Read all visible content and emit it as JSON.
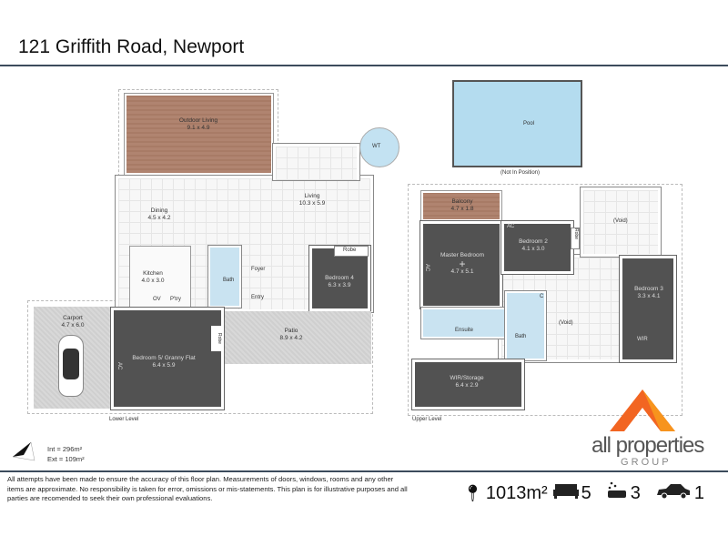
{
  "header": {
    "title": "121 Griffith Road, Newport"
  },
  "lower": {
    "label": "Lower Level",
    "rooms": [
      {
        "name": "Outdoor Living",
        "dim": "9.1 x 4.9"
      },
      {
        "name": "Living",
        "dim": "10.3 x 5.9"
      },
      {
        "name": "Dining",
        "dim": "4.5 x 4.2"
      },
      {
        "name": "Kitchen",
        "dim": "4.0 x 3.0"
      },
      {
        "name": "Bedroom 4",
        "dim": "6.3 x 3.9"
      },
      {
        "name": "Bedroom 5/ Granny Flat",
        "dim": "6.4 x 5.9"
      },
      {
        "name": "Patio",
        "dim": "8.9 x 4.2"
      },
      {
        "name": "Carport",
        "dim": "4.7 x 6.0"
      }
    ],
    "labels": {
      "wt": "WT",
      "robe": "Robe",
      "robe2": "Robe",
      "bath": "Bath",
      "foyer": "Foyer",
      "entry": "Entry",
      "pantry": "P'try",
      "oven": "OV",
      "ac": "AC"
    }
  },
  "upper": {
    "label": "Upper Level",
    "rooms": [
      {
        "name": "Balcony",
        "dim": "4.7 x 1.8"
      },
      {
        "name": "Master Bedroom",
        "dim": "4.7 x 5.1"
      },
      {
        "name": "Bedroom 2",
        "dim": "4.1 x 3.0"
      },
      {
        "name": "Bedroom 3",
        "dim": "3.3 x 4.1"
      },
      {
        "name": "WIR/Storage",
        "dim": "6.4 x 2.9"
      }
    ],
    "labels": {
      "void1": "(Void)",
      "void2": "(Void)",
      "ensuite": "Ensuite",
      "bath": "Bath",
      "wir": "WIR",
      "robe": "Robe",
      "ac": "AC",
      "ac2": "AC",
      "c": "C"
    }
  },
  "pool": {
    "label": "Pool",
    "note": "(Not In Position)"
  },
  "areas": {
    "int": "Int = 296m²",
    "ext": "Ext = 109m²"
  },
  "logo": {
    "name": "all properties",
    "sub": "G R O U P",
    "colors": [
      "#f26522",
      "#f7941d"
    ]
  },
  "disclaimer": "All attempts have been made to ensure the accuracy of this floor plan. Measurements of doors, windows, rooms and any other items are approximate. No responsibility is taken for error, omissions or mis-statements. This plan is for illustrative purposes and all parties are recomended to seek their own professional evaluations.",
  "stats": {
    "land": "1013m²",
    "beds": "5",
    "baths": "3",
    "cars": "1"
  }
}
